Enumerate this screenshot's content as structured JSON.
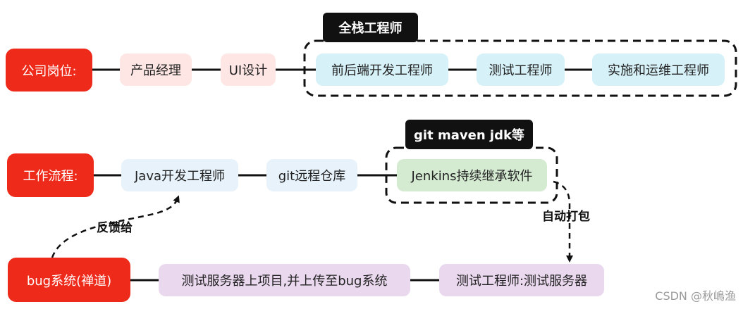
{
  "row1": {
    "start": "公司岗位:",
    "n1": "产品经理",
    "n2": "UI设计",
    "group_tag": "全栈工程师",
    "n3": "前后端开发工程师",
    "n4": "测试工程师",
    "n5": "实施和运维工程师"
  },
  "row2": {
    "start": "工作流程:",
    "n1": "Java开发工程师",
    "n2": "git远程仓库",
    "group_tag": "git maven jdk等",
    "n3": "Jenkins持续继承软件"
  },
  "row3": {
    "start": "bug系统(禅道)",
    "n1": "测试服务器上项目,并上传至bug系统",
    "n2": "测试工程师:测试服务器"
  },
  "edges": {
    "feedback": "反馈给",
    "auto_package": "自动打包"
  },
  "watermark": "CSDN @秋嶋渔"
}
